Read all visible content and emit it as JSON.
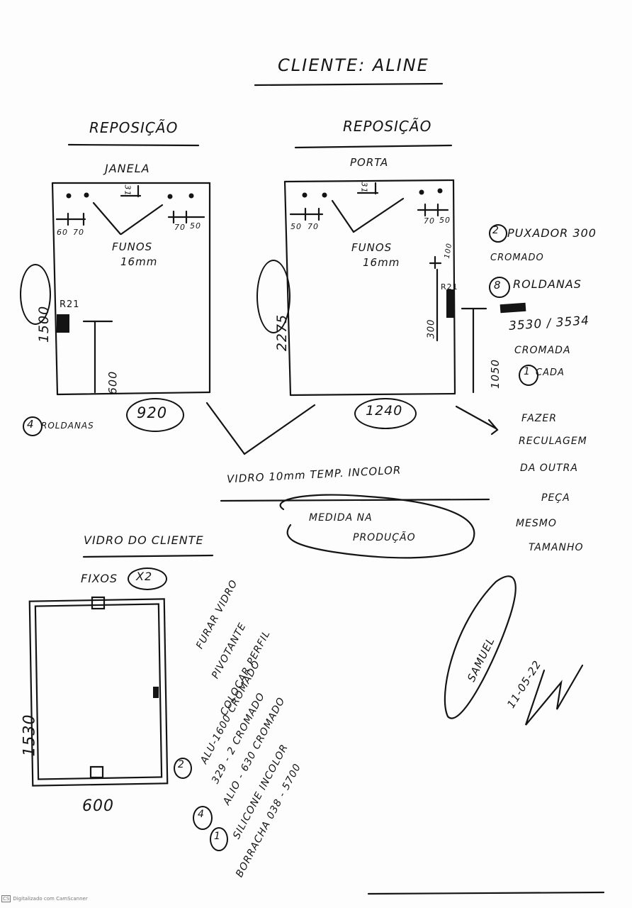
{
  "header": {
    "title": "CLIENTE: ALINE"
  },
  "sections": {
    "left": {
      "heading": "REPOSIÇÃO",
      "item": "JANELA",
      "fundos": "FUNOS",
      "fundos_size": "16mm",
      "dim_left_a": "60",
      "dim_left_b": "70",
      "dim_right_a": "70",
      "dim_right_b": "50",
      "top_mark": "31",
      "height": "1500",
      "handle_code": "R21",
      "handle_height": "600",
      "width": "920",
      "rollers_count": "4",
      "rollers_label": "ROLDANAS"
    },
    "right": {
      "heading": "REPOSIÇÃO",
      "item": "PORTA",
      "fundos": "FUNOS",
      "fundos_size": "16mm",
      "dim_left_a": "50",
      "dim_left_b": "70",
      "dim_right_a": "70",
      "dim_right_b": "50",
      "top_mark": "31",
      "height": "2275",
      "handle_code": "R21",
      "handle_height": "300",
      "handle_offset": "100",
      "side_height": "1050",
      "width": "1240"
    }
  },
  "notes_right": {
    "pull_count": "2",
    "pull_label": "PUXADOR 300",
    "pull_finish": "CROMADO",
    "rollers_count": "8",
    "rollers_label": "ROLDANAS",
    "codes": "3530 / 3534",
    "codes_finish": "CROMADA",
    "each_count": "1",
    "each_label": "CADA",
    "fazer": [
      "FAZER",
      "RECULAGEM",
      "DA OUTRA",
      "PEÇA",
      "MESMO",
      "TAMANHO"
    ]
  },
  "glass_note": "VIDRO 10mm TEMP. INCOLOR",
  "production_note": [
    "MEDIDA NA",
    "PRODUÇÃO"
  ],
  "client_glass": {
    "heading": "VIDRO DO CLIENTE",
    "fixos": "FIXOS",
    "fixos_count": "X2",
    "height": "1530",
    "width": "600"
  },
  "instructions": [
    "FURAR VIDRO",
    "PIVOTANTE",
    "COLOCAR PERFIL",
    "ALU-1600 CROMADO",
    "329 - 2 CROMADO",
    "ALIO - 630 CROMADO",
    "SILICONE INCOLOR",
    "BORRACHA 038 - 5700"
  ],
  "instruction_counts": {
    "alu": "2",
    "alio": "4",
    "silicone": "1"
  },
  "signature": {
    "name": "SAMUEL",
    "date": "11-05-22"
  },
  "footer": {
    "badge": "CS",
    "text": "Digitalizado com CamScanner"
  }
}
